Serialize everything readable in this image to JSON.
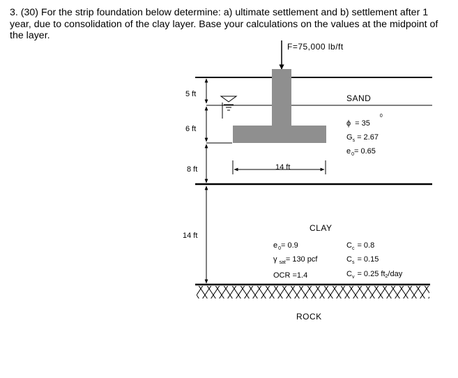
{
  "question": {
    "text": "3. (30) For the strip foundation below determine: a) ultimate settlement and b) settlement after 1 year, due to consolidation of the clay layer. Base your calculations on the values at the midpoint of the layer."
  },
  "load": {
    "label": "F=75,000 lb/ft"
  },
  "dimensions": {
    "depth_1": "5 ft",
    "depth_2": "6 ft",
    "depth_3": "8 ft",
    "depth_4": "14 ft",
    "footing_width": "14 ft"
  },
  "sand": {
    "title": "SAND",
    "phi_symbol": "ϕ",
    "phi_value": "= 35",
    "phi_degree": "0",
    "gs_symbol": "G",
    "gs_sub": "s",
    "gs_value": "= 2.67",
    "e0_symbol": "e",
    "e0_sub": "0",
    "e0_value": "= 0.65"
  },
  "clay": {
    "title": "CLAY",
    "e0_symbol": "e",
    "e0_sub": "0",
    "e0_value": "= 0.9",
    "gamma_symbol": "γ",
    "gamma_sub": "sat",
    "gamma_value": "= 130 pcf",
    "ocr": "OCR =1.4",
    "cc_symbol": "C",
    "cc_sub": "c",
    "cc_value": "= 0.8",
    "cs_symbol": "C",
    "cs_sub": "s",
    "cs_value": "= 0.15",
    "cv_symbol": "C",
    "cv_sub": "v",
    "cv_value": "= 0.25 ft",
    "cv_exp": "2",
    "cv_unit": "/day"
  },
  "rock": {
    "title": "ROCK"
  }
}
